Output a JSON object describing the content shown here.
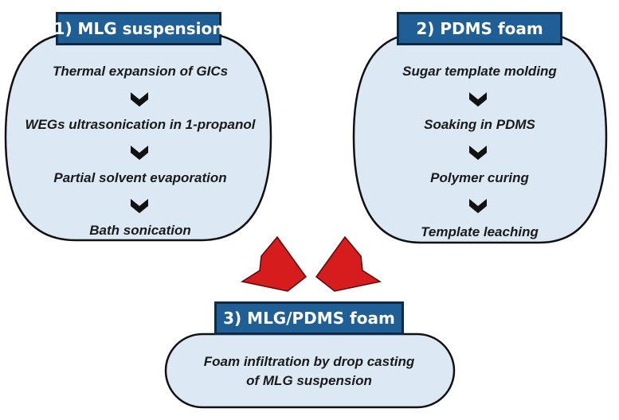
{
  "panels": [
    {
      "title": "1) MLG suspension",
      "steps": [
        "Thermal expansion of GICs",
        "WEGs ultrasonication in 1-propanol",
        "Partial solvent evaporation",
        "Bath sonication"
      ]
    },
    {
      "title": "2) PDMS foam",
      "steps": [
        "Sugar template molding",
        "Soaking in PDMS",
        "Polymer curing",
        "Template leaching"
      ]
    }
  ],
  "final": {
    "title": "3) MLG/PDMS foam",
    "lines": [
      "Foam infiltration by drop casting",
      "of MLG suspension"
    ]
  },
  "colors": {
    "panel_fill": "#dce9f4",
    "title_fill": "#1f5f95",
    "merge_arrow": "#d61c1c",
    "step_arrow": "#111111"
  },
  "icons": {
    "step_arrow": "chevron-down-icon",
    "merge_arrow": "merge-arrow-icon"
  }
}
